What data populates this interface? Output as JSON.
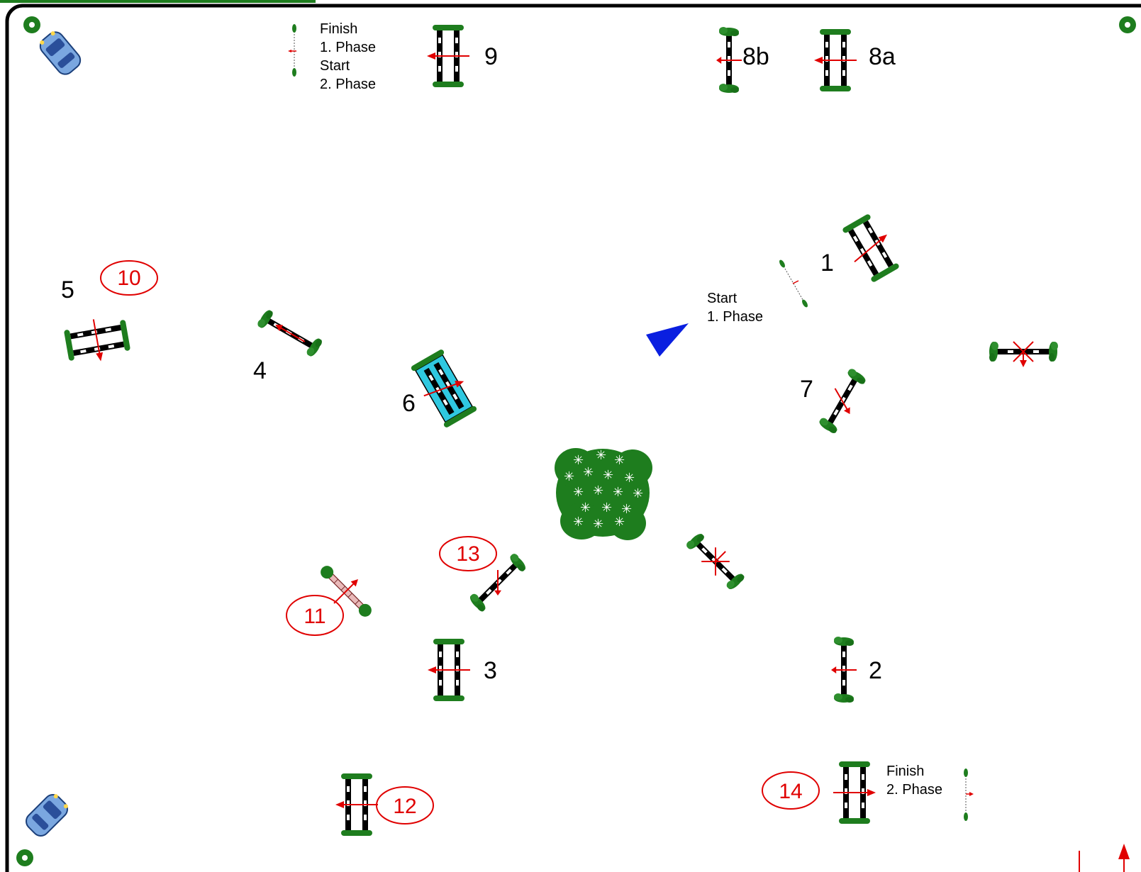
{
  "course": {
    "title": "",
    "border_color": "#000000",
    "accent_red": "#e00000",
    "hedge_green": "#1e7d1e",
    "water_blue": "#2fc8e0"
  },
  "labels": {
    "fence_1": "1",
    "fence_2": "2",
    "fence_3": "3",
    "fence_4": "4",
    "fence_5": "5",
    "fence_6": "6",
    "fence_7": "7",
    "fence_8a": "8a",
    "fence_8b": "8b",
    "fence_9": "9",
    "fence_10": "10",
    "fence_11": "11",
    "fence_12": "12",
    "fence_13": "13",
    "fence_14": "14"
  },
  "phase_text": {
    "finish_1_line1": "Finish",
    "finish_1_line2": "1. Phase",
    "start_2_line1": "Start",
    "start_2_line2": "2. Phase",
    "start_1_line1": "Start",
    "start_1_line2": "1. Phase",
    "finish_2_line1": "Finish",
    "finish_2_line2": "2. Phase"
  },
  "icons": {
    "car_top_left": "car-icon",
    "car_bottom_left": "car-icon",
    "tree_group": "tree-cluster-icon",
    "judge_marker": "triangle-marker-icon",
    "north_arrow": "north-arrow-icon"
  }
}
